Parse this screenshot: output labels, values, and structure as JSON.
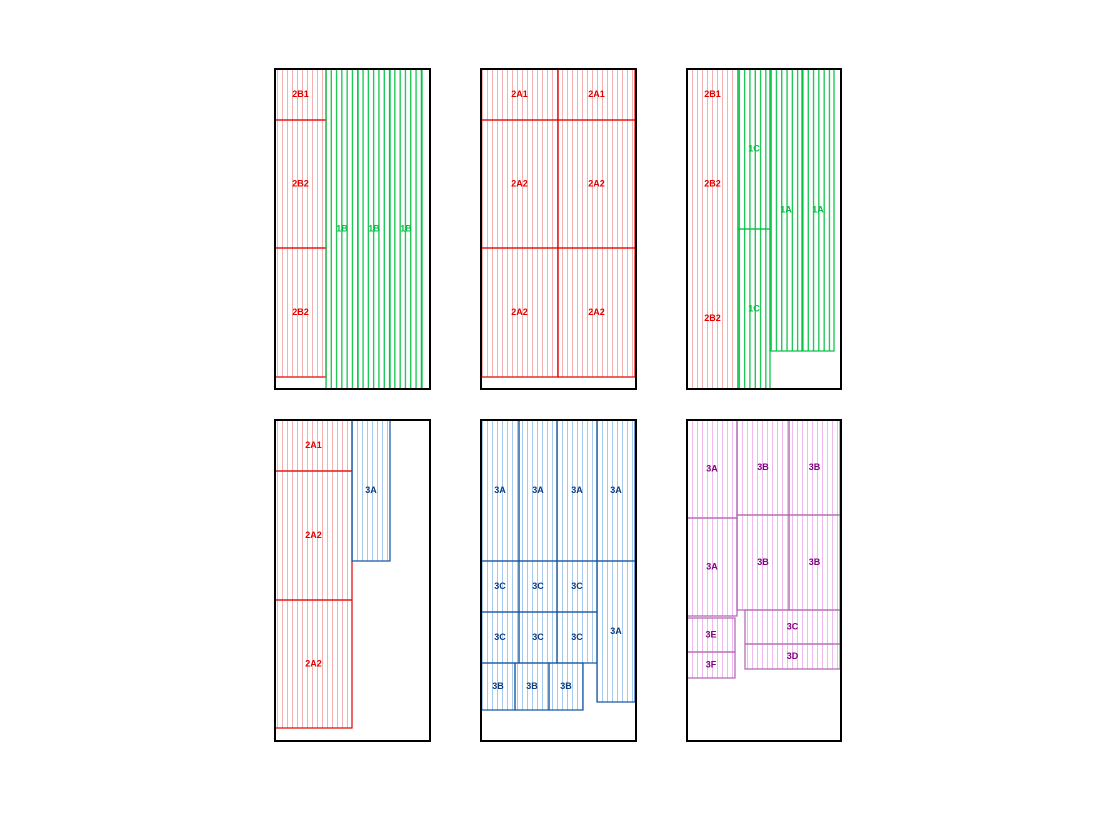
{
  "colors": {
    "red": {
      "stroke": "#e00000",
      "hatch": "#f6a8a8",
      "text": "#e00000"
    },
    "green": {
      "stroke": "#00c040",
      "hatch": "#00c040",
      "text": "#00c040"
    },
    "blue": {
      "stroke": "#1050a0",
      "hatch": "#9cc4ee",
      "text": "#0a3a80"
    },
    "purple": {
      "stroke": "#b060b0",
      "hatch": "#f0b0f0",
      "text": "#800080"
    }
  },
  "panels": [
    {
      "labels": [
        "2B1",
        "2B2",
        "2B2",
        "1B",
        "1B",
        "1B"
      ]
    },
    {
      "labels": [
        "2A1",
        "2A1",
        "2A2",
        "2A2",
        "2A2",
        "2A2"
      ]
    },
    {
      "labels": [
        "2B1",
        "2B2",
        "2B2",
        "1C",
        "1C",
        "1A",
        "1A"
      ]
    },
    {
      "labels": [
        "2A1",
        "2A2",
        "2A2",
        "3A"
      ]
    },
    {
      "labels": [
        "3A",
        "3A",
        "3A",
        "3A",
        "3C",
        "3C",
        "3C",
        "3C",
        "3C",
        "3C",
        "3A",
        "3B",
        "3B",
        "3B"
      ]
    },
    {
      "labels": [
        "3A",
        "3A",
        "3B",
        "3B",
        "3B",
        "3B",
        "3C",
        "3D",
        "3E",
        "3F"
      ]
    }
  ]
}
